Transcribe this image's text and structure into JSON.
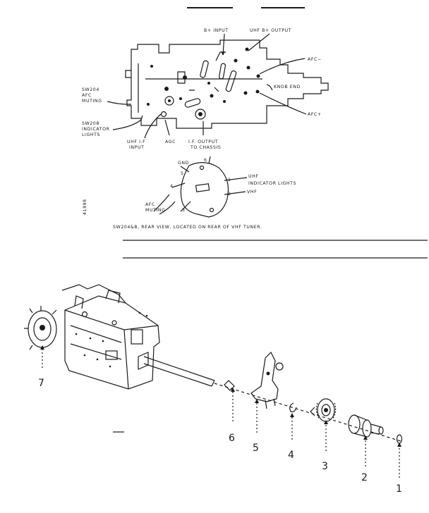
{
  "top_labels": {
    "b_input": "B+ INPUT",
    "uhf_output": "UHF B+ OUTPUT",
    "afc_minus": "AFC−",
    "knob_end": "KNOB END",
    "afc_plus": "AFC+",
    "sw204_1": "SW204",
    "sw204_2": "AFC",
    "sw204_3": "MUTING",
    "sw208_1": "SW208",
    "sw208_2": "INDICATOR",
    "sw208_3": "LIGHTS",
    "uhf_if_1": "UHF I.F",
    "uhf_if_2": "INPUT",
    "agc": "AGC",
    "if_out_1": "I.F. OUTPUT",
    "if_out_2": "TO CHASSIS"
  },
  "switch_labels": {
    "gnd": "GND",
    "t6": "6",
    "t5": "5",
    "t4": "4",
    "t3": "3",
    "t1": "1",
    "t2": "2",
    "uhf_ind_1": "UHF",
    "uhf_ind_2": "INDICATOR LIGHTS",
    "vhf": "VHF",
    "afc_mut_1": "AFC",
    "afc_mut_2": "MUTING",
    "caption": "SW204&B, REAR VIEW, LOCATED ON REAR OF VHF TUNER.",
    "side_code": "41898"
  },
  "parts": [
    "1",
    "2",
    "3",
    "4",
    "5",
    "6",
    "7"
  ]
}
